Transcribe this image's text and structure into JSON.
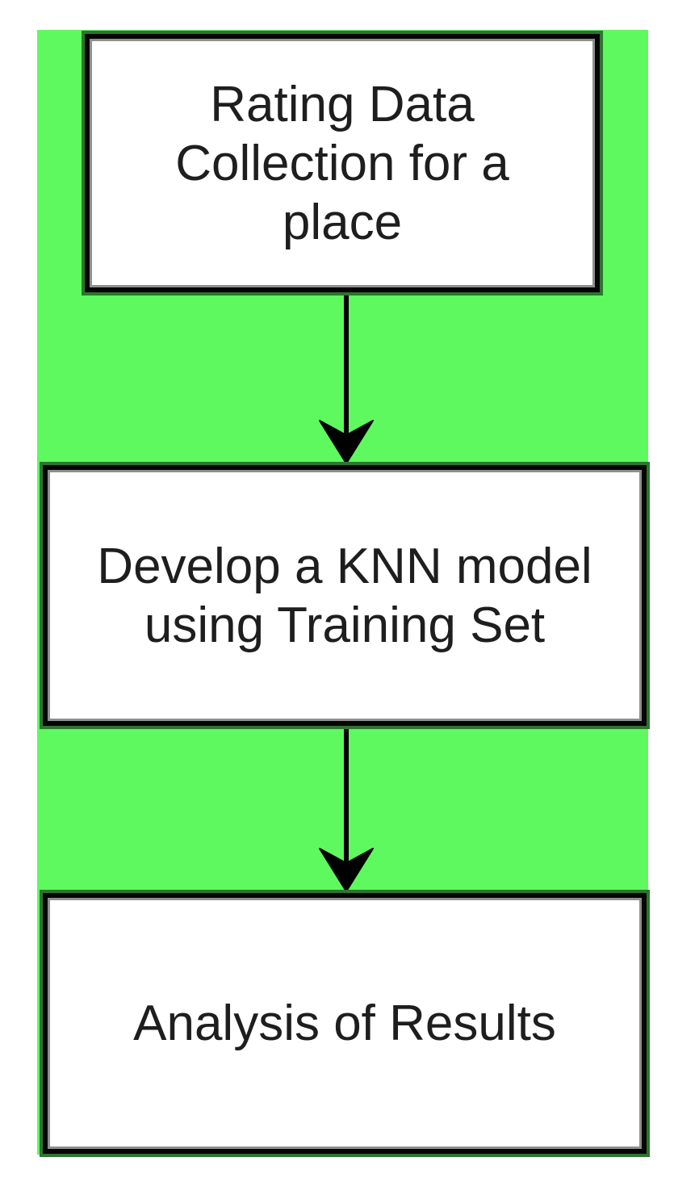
{
  "diagram": {
    "type": "flowchart",
    "page_background": "#ffffff",
    "canvas_fill": "#5ef95e",
    "node_fill": "#ffffff",
    "node_border_color": "#050505",
    "node_outer_halo_color": "#2d7530",
    "node_inner_line_color": "#8f8f8f",
    "text_color": "#1e1e1e",
    "arrow_color": "#000000",
    "nodes": [
      {
        "id": "rating-data-collection",
        "label": "Rating Data Collection for a place",
        "lines": [
          "Rating Data",
          "Collection for a",
          "place"
        ]
      },
      {
        "id": "develop-knn-model",
        "label": "Develop a KNN model using Training Set",
        "lines": [
          "Develop a KNN model",
          "using Training Set"
        ]
      },
      {
        "id": "analysis-of-results",
        "label": "Analysis of Results",
        "lines": [
          "Analysis of Results"
        ]
      }
    ],
    "edges": [
      {
        "from": "rating-data-collection",
        "to": "develop-knn-model",
        "direction": "down"
      },
      {
        "from": "develop-knn-model",
        "to": "analysis-of-results",
        "direction": "down"
      }
    ]
  }
}
